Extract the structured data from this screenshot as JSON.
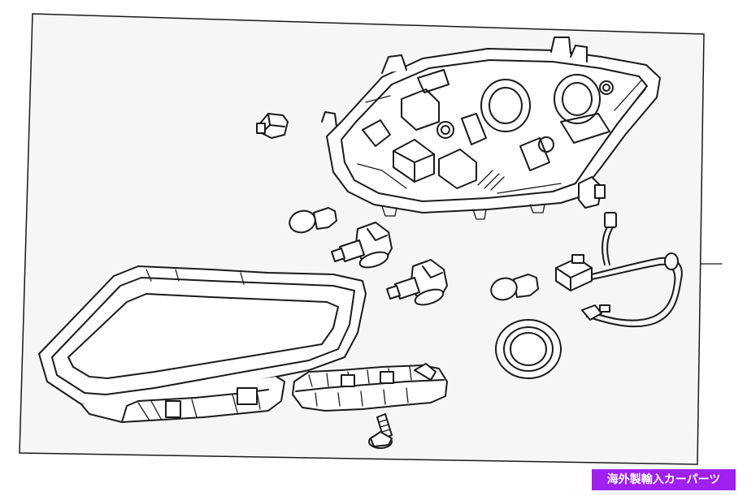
{
  "badge": {
    "text": "海外製輸入カーパーツ",
    "color": "#a020f0",
    "text_color": "#ffffff"
  },
  "diagram": {
    "background": "#ffffff",
    "frame_fill": "#f6f6f6",
    "line_color": "#1a1a1a",
    "parts": [
      "headlamp-housing",
      "headlamp-lens",
      "side-marker-socket",
      "turn-signal-bulb-left",
      "headlamp-bulb-left",
      "headlamp-bulb-center",
      "turn-signal-bulb-right",
      "wiring-harness",
      "dust-cap",
      "mounting-bracket",
      "screw"
    ]
  }
}
